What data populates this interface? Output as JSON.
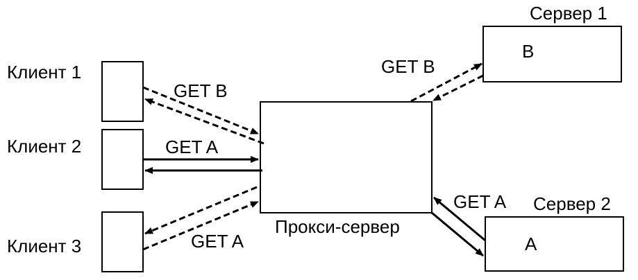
{
  "clients": [
    {
      "label": "Клиент 1"
    },
    {
      "label": "Клиент 2"
    },
    {
      "label": "Клиент 3"
    }
  ],
  "proxy": {
    "label": "Прокси-сервер"
  },
  "servers": [
    {
      "label": "Сервер 1",
      "content": "B"
    },
    {
      "label": "Сервер 2",
      "content": "A"
    }
  ],
  "arrows": {
    "client1_request": "GET B",
    "client2_request": "GET A",
    "client3_request": "GET A",
    "proxy_to_server1": "GET B",
    "proxy_to_server2": "GET A"
  }
}
